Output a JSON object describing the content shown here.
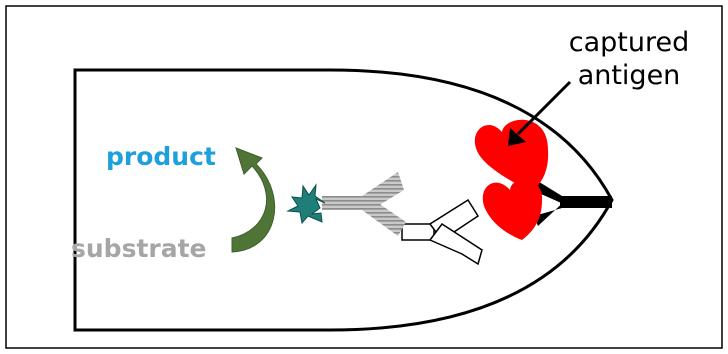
{
  "labels": {
    "captured_line1": "captured",
    "captured_line2": "antigen",
    "product": "product",
    "substrate": "substrate"
  },
  "colors": {
    "product_text": "#1ea0de",
    "substrate_text": "#a6a6a6",
    "antigen_fill": "#ff0000",
    "arrow_fill": "#4e7436",
    "enzyme_fill": "#1f7f78",
    "secondary_antibody_fill": "#b5b5b5",
    "capture_antibody_fill": "#000000",
    "primary_antibody_fill": "#ffffff"
  }
}
